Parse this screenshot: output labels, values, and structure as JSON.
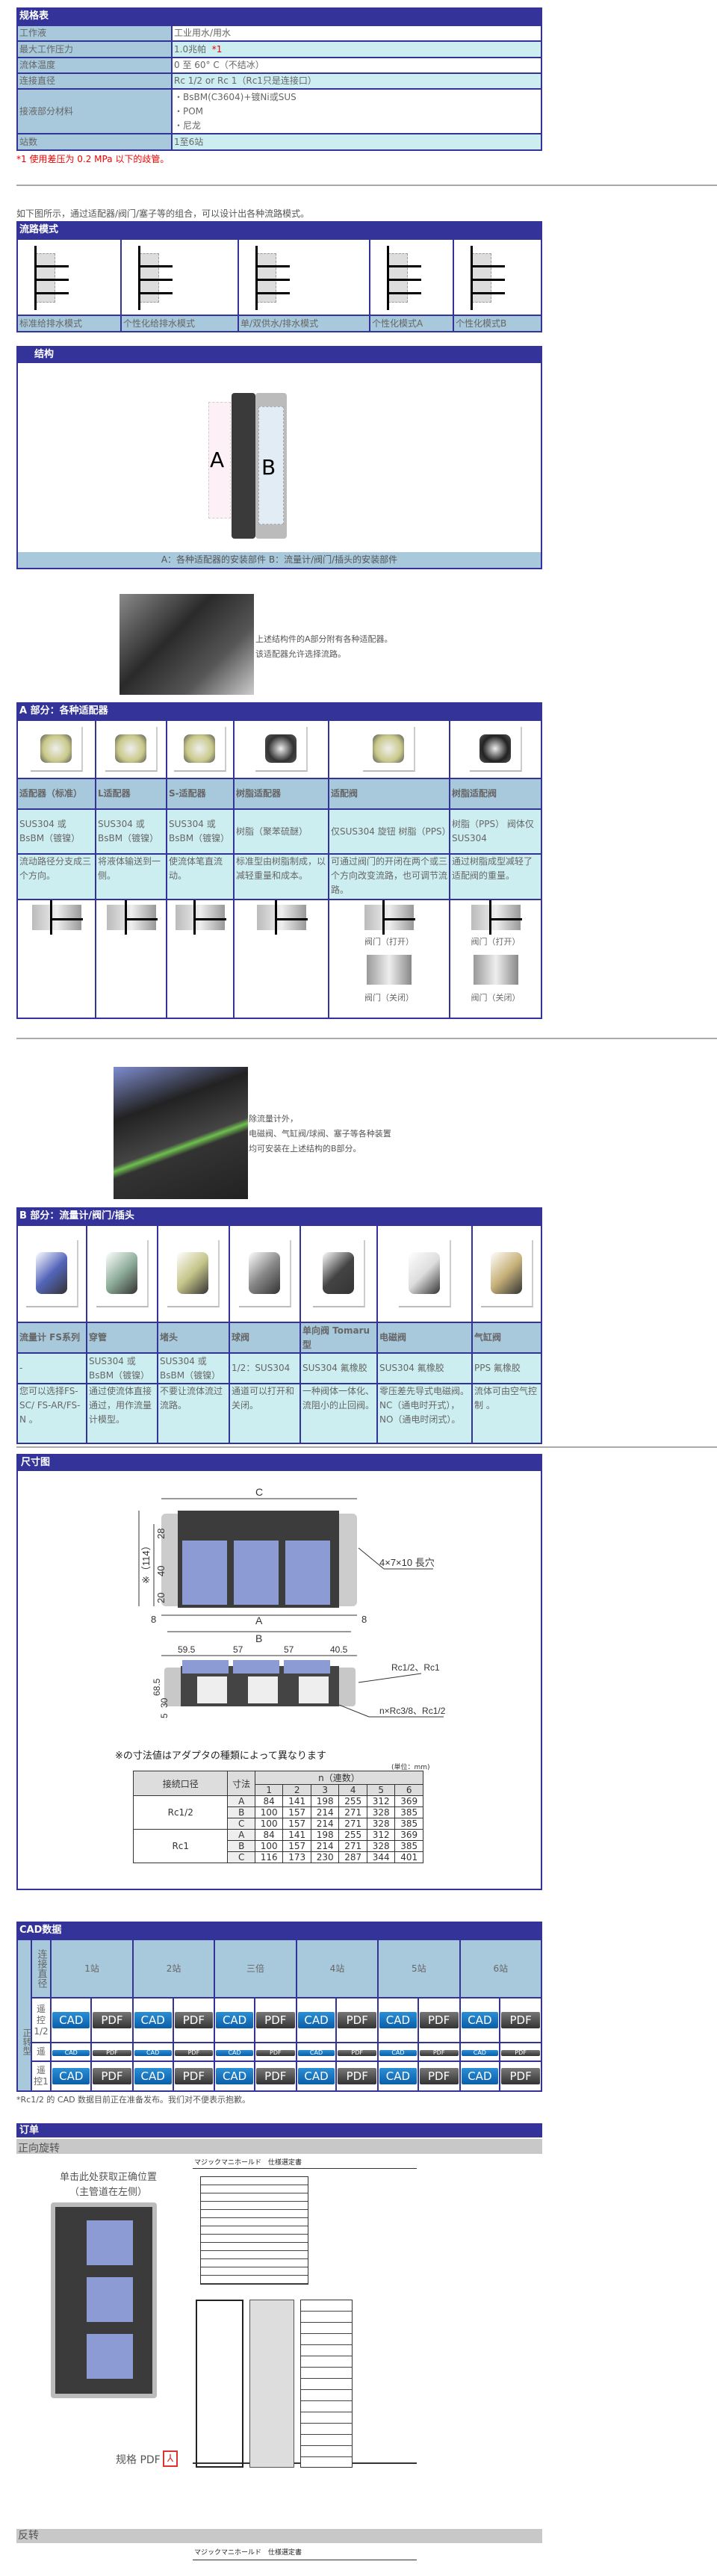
{
  "spec": {
    "title": "规格表",
    "rows": [
      {
        "label": "工作液",
        "value": "工业用水/用水"
      },
      {
        "label": "最大工作压力",
        "value": "1.0兆帕",
        "note": "*1"
      },
      {
        "label": "流体温度",
        "value": "0 至 60° C（不结冰）"
      },
      {
        "label": "连接直径",
        "value": "Rc 1/2 or Rc 1（Rc1只是连接口）"
      },
      {
        "label": "接液部分材料",
        "items": [
          "・BsBM(C3604)+镀Ni或SUS",
          "・POM",
          "・尼龙"
        ]
      },
      {
        "label": "站数",
        "value": "1至6站"
      }
    ],
    "footnote": "*1 使用差压为 0.2 MPa 以下的歧管。"
  },
  "intro": "如下图所示，通过适配器/阀门/塞子等的组合，可以设计出各种流路模式。",
  "flow": {
    "title": "流路模式",
    "patterns": [
      "标准给排水模式",
      "个性化给排水模式",
      "单/双供水/排水模式",
      "个性化模式A",
      "个性化模式B"
    ]
  },
  "structure": {
    "title": "结构",
    "label_a": "A",
    "label_b": "B",
    "caption": "A：各种适配器的安装部件 B：流量计/阀门/插头的安装部件"
  },
  "photo_a_text": [
    "上述结构件的A部分附有各种适配器。",
    "该适配器允许选择流路。"
  ],
  "part_a": {
    "title": "A 部分：各种适配器",
    "items": [
      {
        "name": "适配器（标准）",
        "material": "SUS304 或 BsBM（镀镍）",
        "desc": "流动路径分支成三个方向。"
      },
      {
        "name": "L适配器",
        "material": "SUS304 或 BsBM（镀镍）",
        "desc": "将液体输送到一侧。"
      },
      {
        "name": "S-适配器",
        "material": "SUS304 或 BsBM（镀镍）",
        "desc": "使流体笔直流动。"
      },
      {
        "name": "树脂适配器",
        "material": "树脂（聚苯硫醚）",
        "desc": "标准型由树脂制成，以减轻重量和成本。"
      },
      {
        "name": "适配阀",
        "material": "仅SUS304 旋钮 树脂（PPS）",
        "desc": "可通过阀门的开闭在两个或三个方向改变流路，也可调节流路。"
      },
      {
        "name": "树脂适配阀",
        "material": "树脂（PPS） 阀体仅 SUS304",
        "desc": "通过树脂成型减轻了适配阀的重量。"
      }
    ],
    "valve_open": "阀门（打开）",
    "valve_closed": "阀门（关闭）"
  },
  "photo_b_text": [
    "除流量计外，",
    "电磁阀、气缸阀/球阀、塞子等各种装置",
    "均可安装在上述结构的B部分。"
  ],
  "part_b": {
    "title": "B 部分：流量计/阀门/插头",
    "items": [
      {
        "name": "流量计 FS系列",
        "material": "-",
        "desc": "您可以选择FS-SC/ FS-AR/FS-N 。"
      },
      {
        "name": "穿管",
        "material": "SUS304 或 BsBM（镀镍）",
        "desc": "通过使流体直接通过，用作流量计模型。"
      },
      {
        "name": "堵头",
        "material": "SUS304 或 BsBM（镀镍）",
        "desc": "不要让流体流过流路。"
      },
      {
        "name": "球阀",
        "material": "1/2：SUS304",
        "desc": "通道可以打开和关闭。"
      },
      {
        "name": "单向阀 Tomaru 型",
        "material": "SUS304 氟橡胶",
        "desc": "一种阀体一体化、流阻小的止回阀。"
      },
      {
        "name": "电磁阀",
        "material": "SUS304 氟橡胶",
        "desc": "零压差先导式电磁阀。NC（通电时开式），NO（通电时闭式）。"
      },
      {
        "name": "气缸阀",
        "material": "PPS 氟橡胶",
        "desc": "流体可由空气控制 。"
      }
    ]
  },
  "dimensions": {
    "title": "尺寸图",
    "labels": {
      "c": "C",
      "a": "A",
      "b": "B",
      "left8": "8",
      "right8": "8",
      "h28": "28",
      "h40": "40",
      "h20": "20",
      "total": "※（114）",
      "slot": "4×7×10 長穴",
      "p1": "59.5",
      "p2": "57",
      "p3": "57",
      "p4": "40.5",
      "h685": "68.5",
      "h30": "30",
      "h5": "5",
      "port": "Rc1/2、Rc1",
      "nport": "n×Rc3/8、Rc1/2"
    },
    "note": "※の寸法値はアダプタの種類によって異なります",
    "unit": "(単位：mm)",
    "table": {
      "col_port": "接続口径",
      "col_dim": "寸法",
      "col_n": "n（連数）",
      "n": [
        "1",
        "2",
        "3",
        "4",
        "5",
        "6"
      ],
      "groups": [
        {
          "port": "Rc1/2",
          "rows": [
            {
              "dim": "A",
              "v": [
                "84",
                "141",
                "198",
                "255",
                "312",
                "369"
              ]
            },
            {
              "dim": "B",
              "v": [
                "100",
                "157",
                "214",
                "271",
                "328",
                "385"
              ]
            },
            {
              "dim": "C",
              "v": [
                "100",
                "157",
                "214",
                "271",
                "328",
                "385"
              ]
            }
          ]
        },
        {
          "port": "Rc1",
          "rows": [
            {
              "dim": "A",
              "v": [
                "84",
                "141",
                "198",
                "255",
                "312",
                "369"
              ]
            },
            {
              "dim": "B",
              "v": [
                "100",
                "157",
                "214",
                "271",
                "328",
                "385"
              ]
            },
            {
              "dim": "C",
              "v": [
                "116",
                "173",
                "230",
                "287",
                "344",
                "401"
              ]
            }
          ]
        }
      ]
    }
  },
  "cad": {
    "title": "CAD数据",
    "type_label": "正转型",
    "dia_label": "连接直径",
    "stations": [
      "1站",
      "2站",
      "三倍",
      "4站",
      "5站",
      "6站"
    ],
    "rows": [
      "遥控1/2",
      "遥",
      "遥控1"
    ],
    "cad_label": "CAD",
    "pdf_label": "PDF",
    "footnote": "*Rc1/2 的 CAD 数据目前正在准备发布。我们对不便表示抱歉。"
  },
  "order": {
    "title": "订单",
    "forward": "正向旋转",
    "click_text": [
      "单击此处获取正确位置",
      "（主管道在左侧）"
    ],
    "pdf_label": "规格 PDF",
    "reverse": "反转",
    "sheet_title": "マジックマニホールド　仕様選定書"
  },
  "colors": {
    "header": "#333399",
    "label": "#a8c8dc",
    "cyan": "#cdeef0",
    "red": "#ee0000"
  }
}
